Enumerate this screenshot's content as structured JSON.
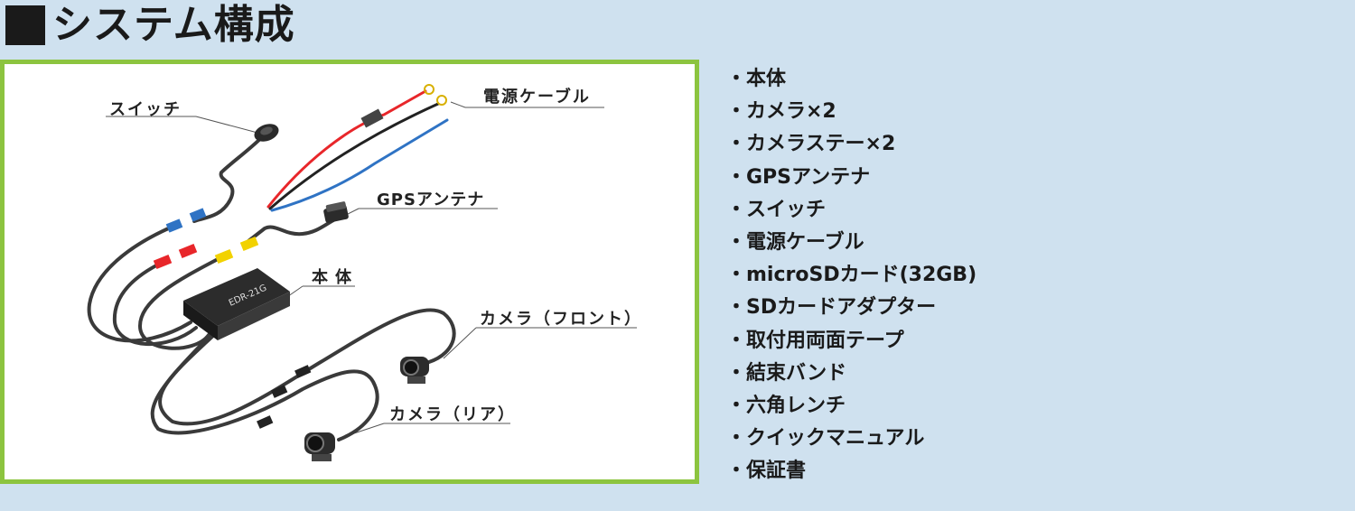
{
  "title": {
    "text": "システム構成"
  },
  "diagram": {
    "labels": {
      "switch": "スイッチ",
      "power_cable": "電源ケーブル",
      "gps_antenna": "GPSアンテナ",
      "main_unit": "本体",
      "camera_front": "カメラ（フロント）",
      "camera_rear": "カメラ（リア）"
    },
    "unit_text": "EDR-21G",
    "colors": {
      "frame_border": "#8cc43f",
      "wire_red": "#e8262a",
      "wire_blue": "#2f73c4",
      "wire_black": "#222222",
      "connector_yellow": "#f2d200"
    }
  },
  "contents": [
    "・本体",
    "・カメラ×2",
    "・カメラステー×2",
    "・GPSアンテナ",
    "・スイッチ",
    "・電源ケーブル",
    "・microSDカード(32GB)",
    "・SDカードアダプター",
    "・取付用両面テープ",
    "・結束バンド",
    "・六角レンチ",
    "・クイックマニュアル",
    "・保証書"
  ]
}
